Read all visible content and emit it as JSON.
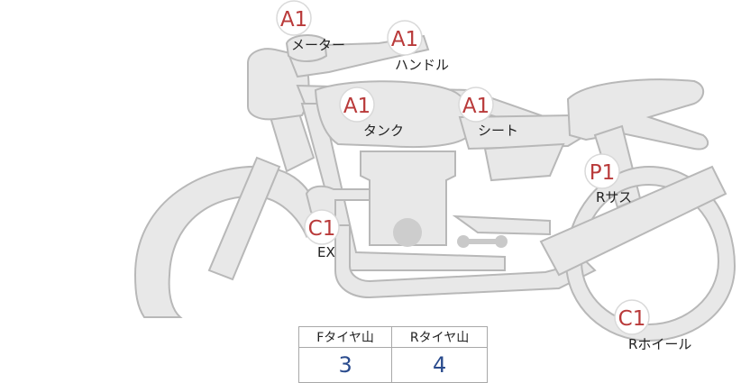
{
  "grade_colors": {
    "A": "#b93a3a",
    "P": "#b93a3a",
    "C": "#b93a3a"
  },
  "parts": [
    {
      "id": "meter",
      "grade": "A1",
      "label": "メーター"
    },
    {
      "id": "handle",
      "grade": "A1",
      "label": "ハンドル"
    },
    {
      "id": "tank",
      "grade": "A1",
      "label": "タンク"
    },
    {
      "id": "seat",
      "grade": "A1",
      "label": "シート"
    },
    {
      "id": "rsus",
      "grade": "P1",
      "label": "Rサス"
    },
    {
      "id": "ex",
      "grade": "C1",
      "label": "EX"
    },
    {
      "id": "rwheel",
      "grade": "C1",
      "label": "Rホイール"
    }
  ],
  "tire_table": {
    "headers": [
      "Fタイヤ山",
      "Rタイヤ山"
    ],
    "values": [
      "3",
      "4"
    ]
  }
}
